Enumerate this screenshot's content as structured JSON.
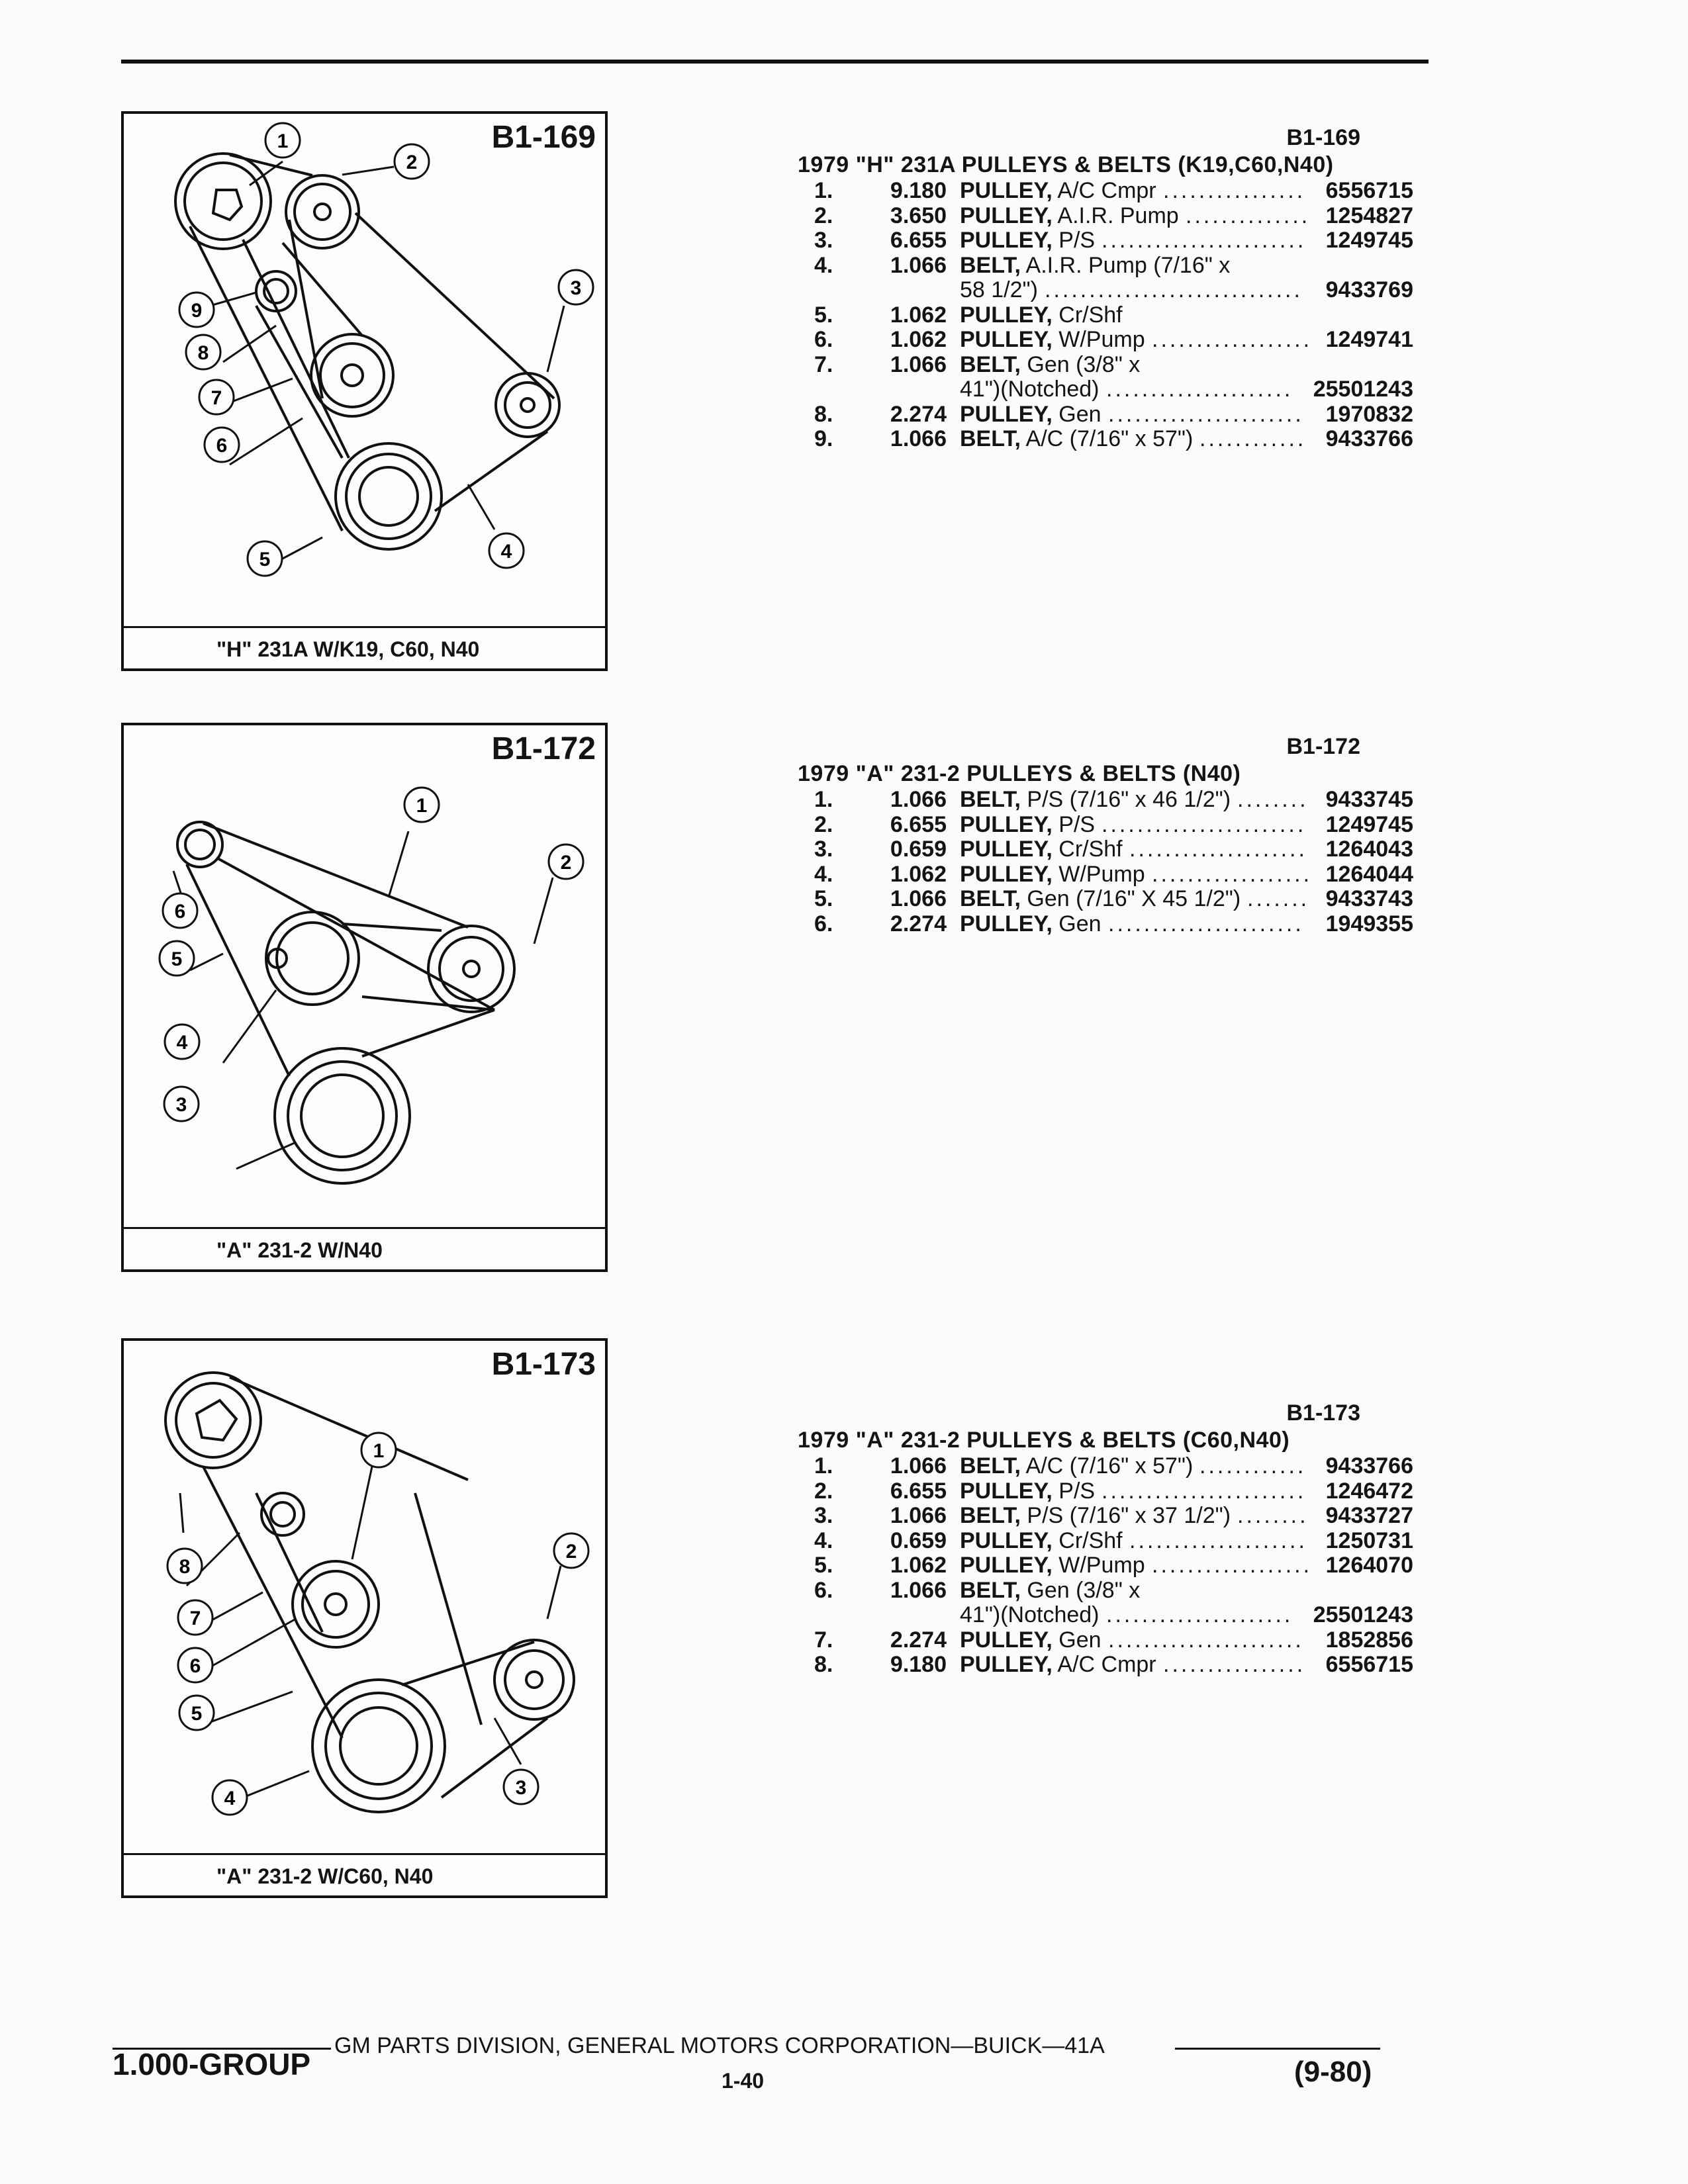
{
  "figures": [
    {
      "id": "B1-169",
      "caption": "\"H\" 231A W/K19, C60, N40",
      "callouts": [
        "1",
        "2",
        "3",
        "4",
        "5",
        "6",
        "7",
        "8",
        "9"
      ]
    },
    {
      "id": "B1-172",
      "caption": "\"A\" 231-2 W/N40",
      "callouts": [
        "1",
        "2",
        "3",
        "4",
        "5",
        "6"
      ]
    },
    {
      "id": "B1-173",
      "caption": "\"A\" 231-2 W/C60, N40",
      "callouts": [
        "1",
        "2",
        "3",
        "4",
        "5",
        "6",
        "7",
        "8"
      ]
    }
  ],
  "lists": [
    {
      "id": "B1-169",
      "title": "1979 \"H\" 231A PULLEYS & BELTS (K19,C60,N40)",
      "items": [
        {
          "num": "1.",
          "qty": "9.180",
          "name": "PULLEY,",
          "spec": "A/C Cmpr",
          "part": "6556715"
        },
        {
          "num": "2.",
          "qty": "3.650",
          "name": "PULLEY,",
          "spec": "A.I.R. Pump",
          "part": "1254827"
        },
        {
          "num": "3.",
          "qty": "6.655",
          "name": "PULLEY,",
          "spec": "P/S",
          "part": "1249745"
        },
        {
          "num": "4.",
          "qty": "1.066",
          "name": "BELT,",
          "spec": "A.I.R. Pump (7/16\" x",
          "part": ""
        },
        {
          "num": "",
          "qty": "",
          "name": "",
          "spec": "58 1/2\")",
          "part": "9433769"
        },
        {
          "num": "5.",
          "qty": "1.062",
          "name": "PULLEY,",
          "spec": "Cr/Shf",
          "part": ""
        },
        {
          "num": "6.",
          "qty": "1.062",
          "name": "PULLEY,",
          "spec": "W/Pump",
          "part": "1249741"
        },
        {
          "num": "7.",
          "qty": "1.066",
          "name": "BELT,",
          "spec": "Gen (3/8\" x",
          "part": ""
        },
        {
          "num": "",
          "qty": "",
          "name": "",
          "spec": "41\")(Notched)",
          "part": "25501243"
        },
        {
          "num": "8.",
          "qty": "2.274",
          "name": "PULLEY,",
          "spec": "Gen",
          "part": "1970832"
        },
        {
          "num": "9.",
          "qty": "1.066",
          "name": "BELT,",
          "spec": "A/C (7/16\" x 57\")",
          "part": "9433766"
        }
      ]
    },
    {
      "id": "B1-172",
      "title": "1979 \"A\" 231-2 PULLEYS & BELTS (N40)",
      "items": [
        {
          "num": "1.",
          "qty": "1.066",
          "name": "BELT,",
          "spec": "P/S (7/16\" x 46 1/2\")",
          "part": "9433745"
        },
        {
          "num": "2.",
          "qty": "6.655",
          "name": "PULLEY,",
          "spec": "P/S",
          "part": "1249745"
        },
        {
          "num": "3.",
          "qty": "0.659",
          "name": "PULLEY,",
          "spec": "Cr/Shf",
          "part": "1264043"
        },
        {
          "num": "4.",
          "qty": "1.062",
          "name": "PULLEY,",
          "spec": "W/Pump",
          "part": "1264044"
        },
        {
          "num": "5.",
          "qty": "1.066",
          "name": "BELT,",
          "spec": "Gen (7/16\" X 45 1/2\")",
          "part": "9433743"
        },
        {
          "num": "6.",
          "qty": "2.274",
          "name": "PULLEY,",
          "spec": "Gen",
          "part": "1949355"
        }
      ]
    },
    {
      "id": "B1-173",
      "title": "1979 \"A\" 231-2 PULLEYS & BELTS (C60,N40)",
      "items": [
        {
          "num": "1.",
          "qty": "1.066",
          "name": "BELT,",
          "spec": "A/C (7/16\" x 57\")",
          "part": "9433766"
        },
        {
          "num": "2.",
          "qty": "6.655",
          "name": "PULLEY,",
          "spec": "P/S",
          "part": "1246472"
        },
        {
          "num": "3.",
          "qty": "1.066",
          "name": "BELT,",
          "spec": "P/S (7/16\" x 37 1/2\")",
          "part": "9433727"
        },
        {
          "num": "4.",
          "qty": "0.659",
          "name": "PULLEY,",
          "spec": "Cr/Shf",
          "part": "1250731"
        },
        {
          "num": "5.",
          "qty": "1.062",
          "name": "PULLEY,",
          "spec": "W/Pump",
          "part": "1264070"
        },
        {
          "num": "6.",
          "qty": "1.066",
          "name": "BELT,",
          "spec": "Gen (3/8\" x",
          "part": ""
        },
        {
          "num": "",
          "qty": "",
          "name": "",
          "spec": "41\")(Notched)",
          "part": "25501243"
        },
        {
          "num": "7.",
          "qty": "2.274",
          "name": "PULLEY,",
          "spec": "Gen",
          "part": "1852856"
        },
        {
          "num": "8.",
          "qty": "9.180",
          "name": "PULLEY,",
          "spec": "A/C Cmpr",
          "part": "6556715"
        }
      ]
    }
  ],
  "footer": {
    "center": "GM PARTS DIVISION, GENERAL MOTORS CORPORATION—BUICK—41A",
    "group": "1.000-GROUP",
    "page": "1-40",
    "date": "(9-80)"
  }
}
